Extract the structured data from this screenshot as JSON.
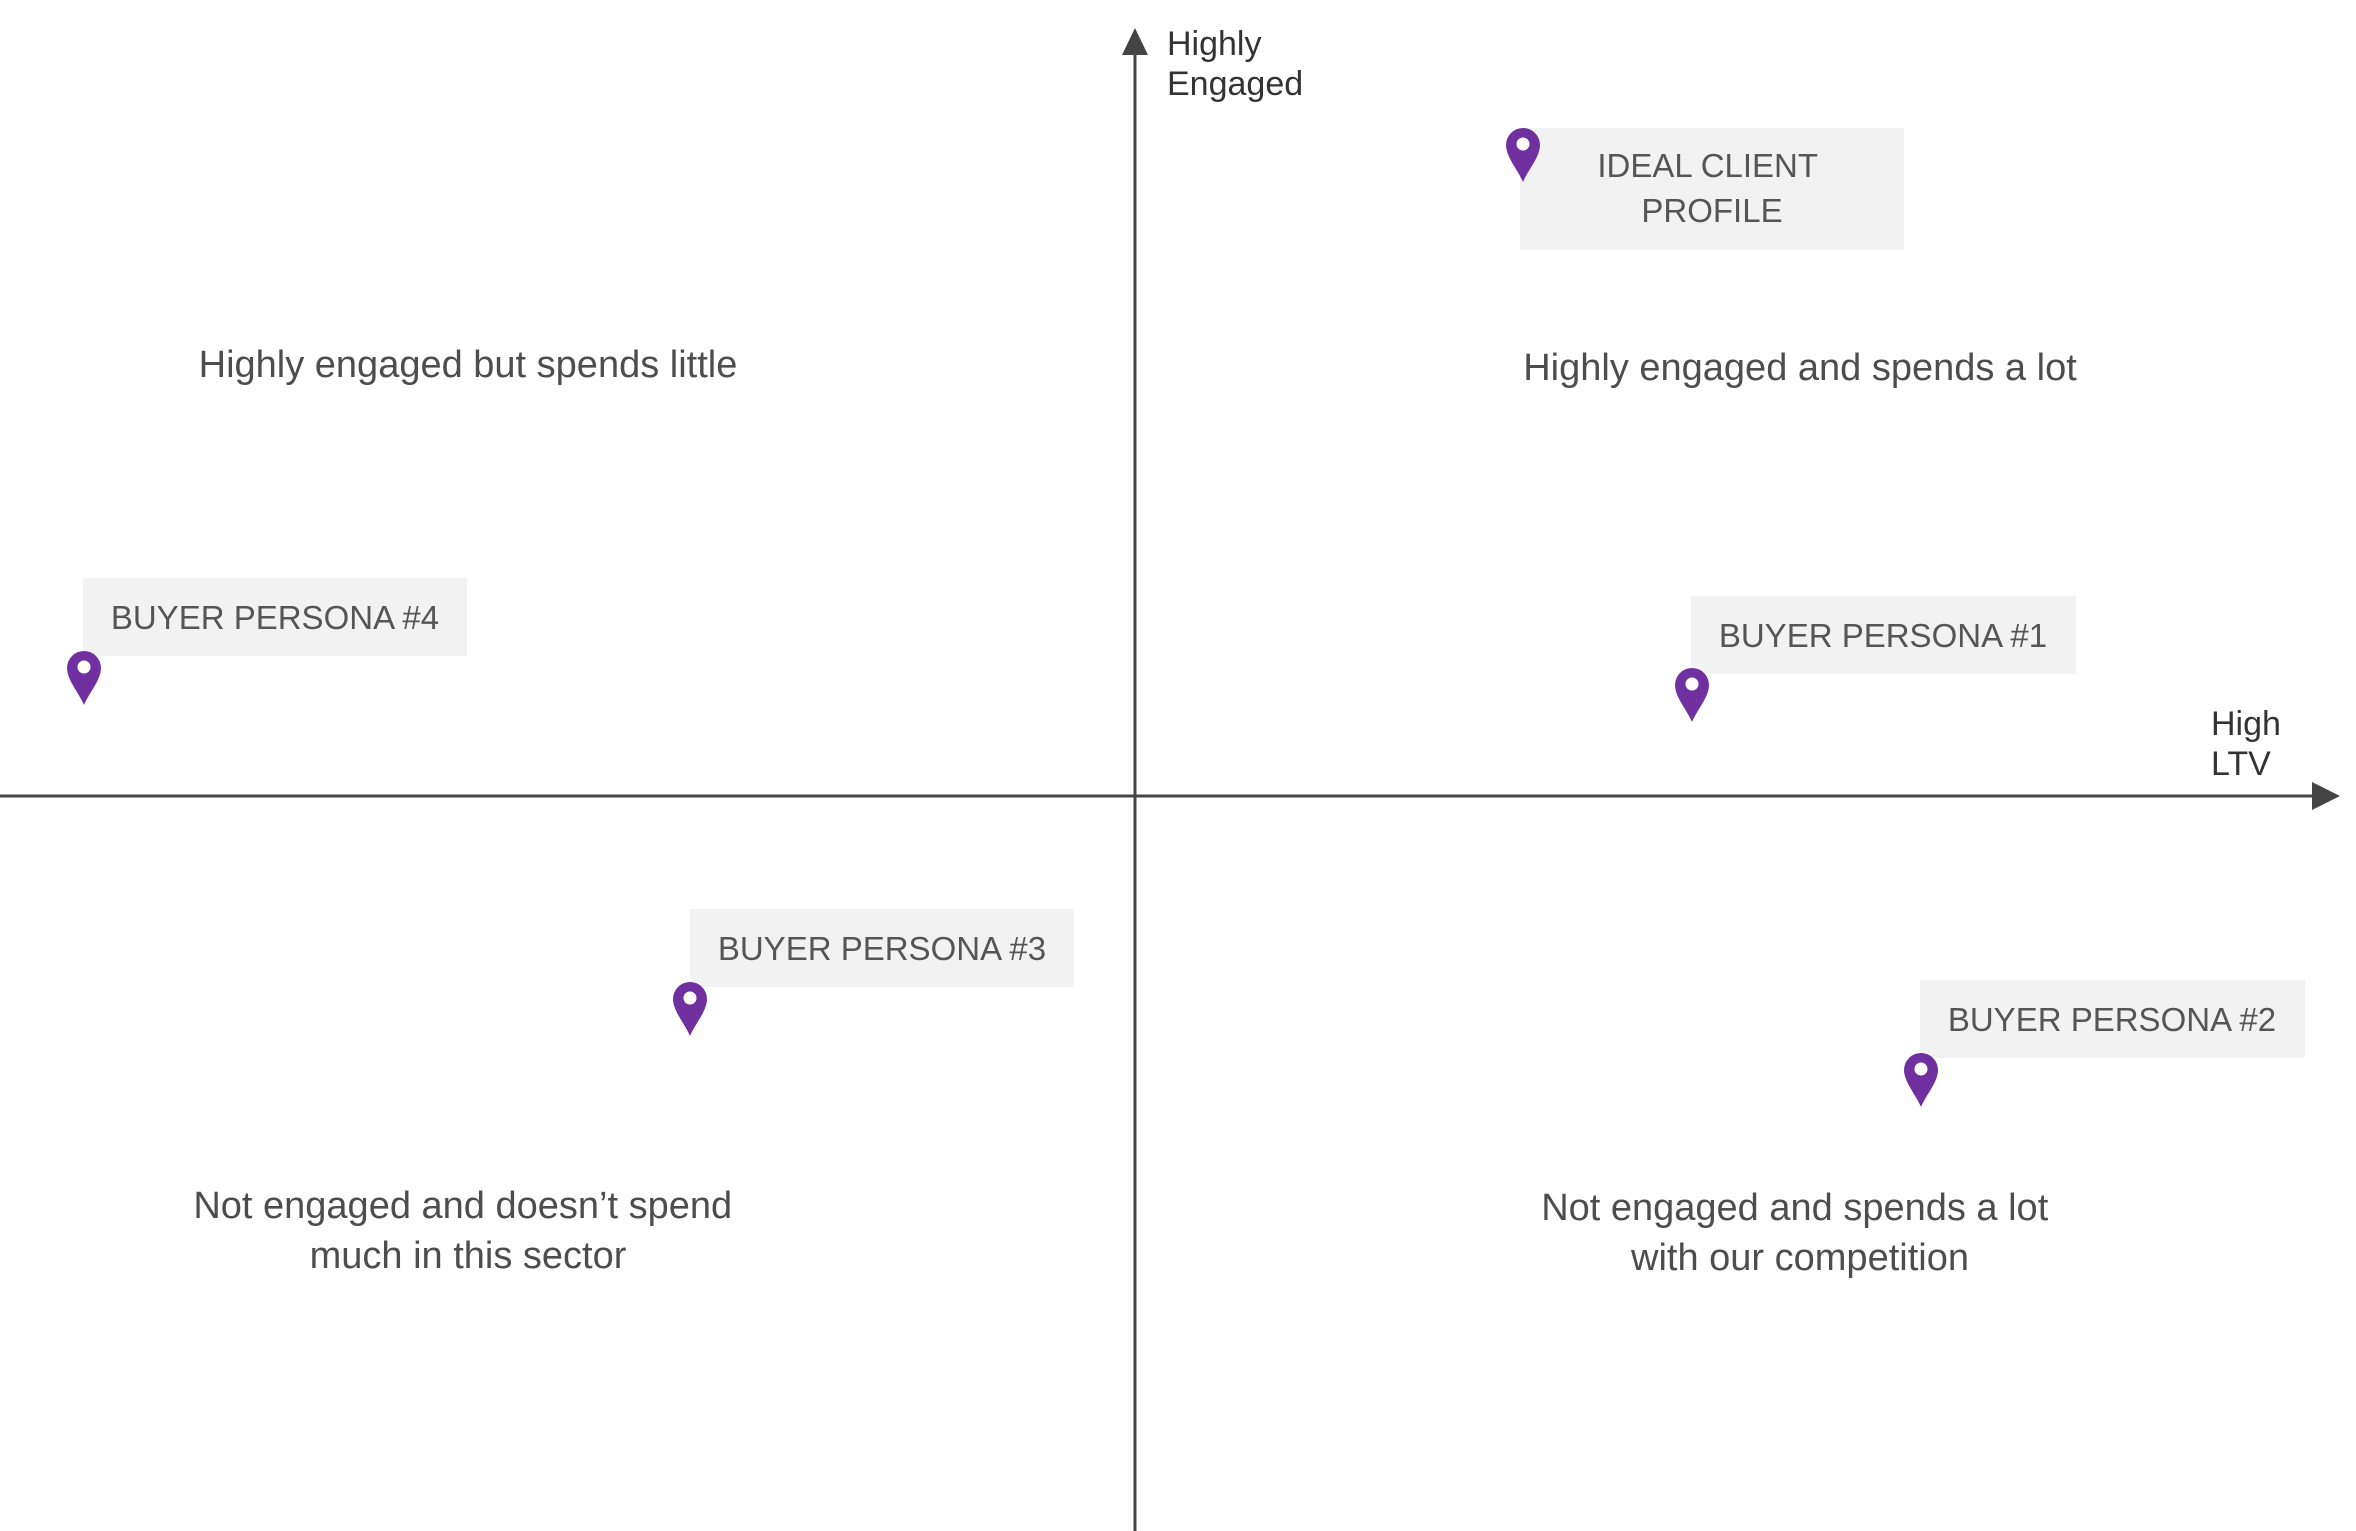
{
  "axes": {
    "y_label": [
      "Highly",
      "Engaged"
    ],
    "x_label": [
      "High",
      "LTV"
    ]
  },
  "quadrants": [
    {
      "name": "top-left",
      "lines": [
        "Highly engaged but spends little"
      ]
    },
    {
      "name": "top-right",
      "lines": [
        "Highly engaged and spends a lot"
      ]
    },
    {
      "name": "bottom-left",
      "lines": [
        "Not engaged and doesn’t spend",
        "much in this sector"
      ]
    },
    {
      "name": "bottom-right",
      "lines": [
        "Not engaged and spends a lot",
        "with our competition"
      ]
    }
  ],
  "markers": [
    {
      "id": "ideal-client-profile",
      "lines": [
        "IDEAL CLIENT",
        "PROFILE"
      ]
    },
    {
      "id": "buyer-persona-1",
      "lines": [
        "BUYER PERSONA #1"
      ]
    },
    {
      "id": "buyer-persona-2",
      "lines": [
        "BUYER PERSONA #2"
      ]
    },
    {
      "id": "buyer-persona-3",
      "lines": [
        "BUYER PERSONA #3"
      ]
    },
    {
      "id": "buyer-persona-4",
      "lines": [
        "BUYER PERSONA #4"
      ]
    }
  ],
  "colors": {
    "axis": "#444444",
    "pin": "#7030a0",
    "label_bg": "#f2f2f2",
    "text": "#4d4d4d"
  },
  "icons": {
    "pin": "map-pin-icon"
  }
}
